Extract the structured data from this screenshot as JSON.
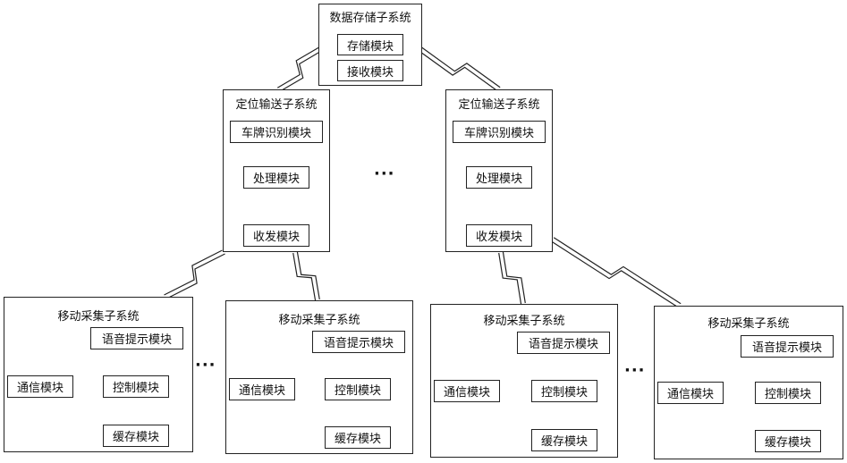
{
  "storage": {
    "title": "数据存储子系统",
    "modules": [
      "存储模块",
      "接收模块"
    ]
  },
  "positioning": [
    {
      "title": "定位输送子系统",
      "plate": "车牌识别模块",
      "process": "处理模块",
      "transceiver": "收发模块"
    },
    {
      "title": "定位输送子系统",
      "plate": "车牌识别模块",
      "process": "处理模块",
      "transceiver": "收发模块"
    }
  ],
  "collection": [
    {
      "title": "移动采集子系统",
      "voice": "语音提示模块",
      "comm": "通信模块",
      "control": "控制模块",
      "cache": "缓存模块"
    },
    {
      "title": "移动采集子系统",
      "voice": "语音提示模块",
      "comm": "通信模块",
      "control": "控制模块",
      "cache": "缓存模块"
    },
    {
      "title": "移动采集子系统",
      "voice": "语音提示模块",
      "comm": "通信模块",
      "control": "控制模块",
      "cache": "缓存模块"
    },
    {
      "title": "移动采集子系统",
      "voice": "语音提示模块",
      "comm": "通信模块",
      "control": "控制模块",
      "cache": "缓存模块"
    }
  ],
  "ellipsis": "···"
}
